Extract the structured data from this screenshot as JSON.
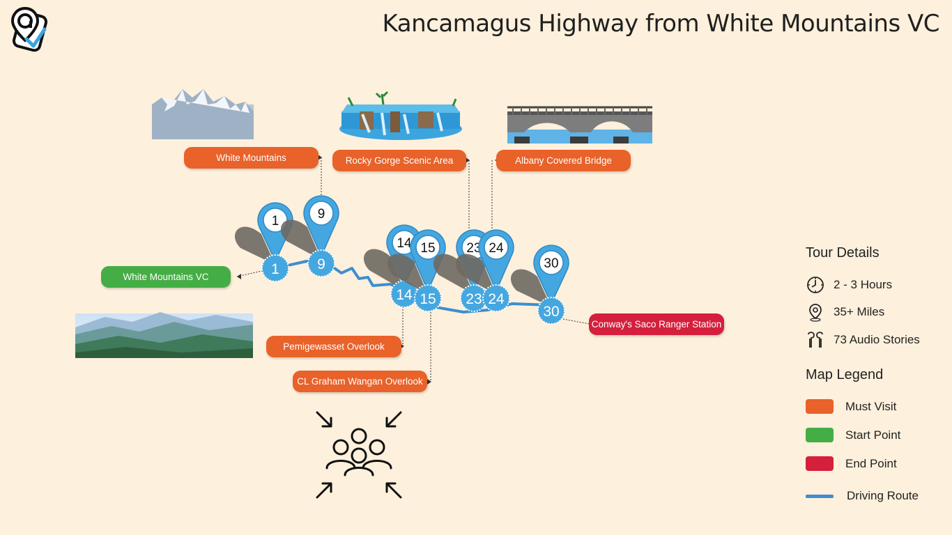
{
  "title": "Kancamagus Highway from White Mountains VC",
  "colors": {
    "must_visit": "#e8622a",
    "start": "#45ad45",
    "end": "#d41f3d",
    "route": "#3d8ed0",
    "pin": "#45a7e0"
  },
  "stops": [
    {
      "num": "1",
      "label": "White Mountains VC",
      "type": "start"
    },
    {
      "num": "9",
      "label": "White Mountains",
      "type": "must_visit"
    },
    {
      "num": "14",
      "label": "Pemigewasset Overlook",
      "type": "must_visit"
    },
    {
      "num": "15",
      "label": "CL Graham Wangan Overlook",
      "type": "must_visit"
    },
    {
      "num": "23",
      "label": "Rocky Gorge Scenic Area",
      "type": "must_visit"
    },
    {
      "num": "24",
      "label": "Albany Covered Bridge",
      "type": "must_visit"
    },
    {
      "num": "30",
      "label": "Conway's Saco Ranger Station",
      "type": "end"
    }
  ],
  "tour_details": {
    "heading": "Tour Details",
    "duration": "2 - 3  Hours",
    "distance": "35+  Miles",
    "stories": "73 Audio Stories"
  },
  "legend": {
    "heading": "Map Legend",
    "must_visit": "Must Visit",
    "start": "Start Point",
    "end": "End Point",
    "route": "Driving Route"
  },
  "icons": {
    "logo": "map-pin-logo-icon",
    "clock": "clock-icon",
    "distance": "location-pin-icon",
    "audio": "earbuds-icon",
    "group": "group-people-icon"
  }
}
